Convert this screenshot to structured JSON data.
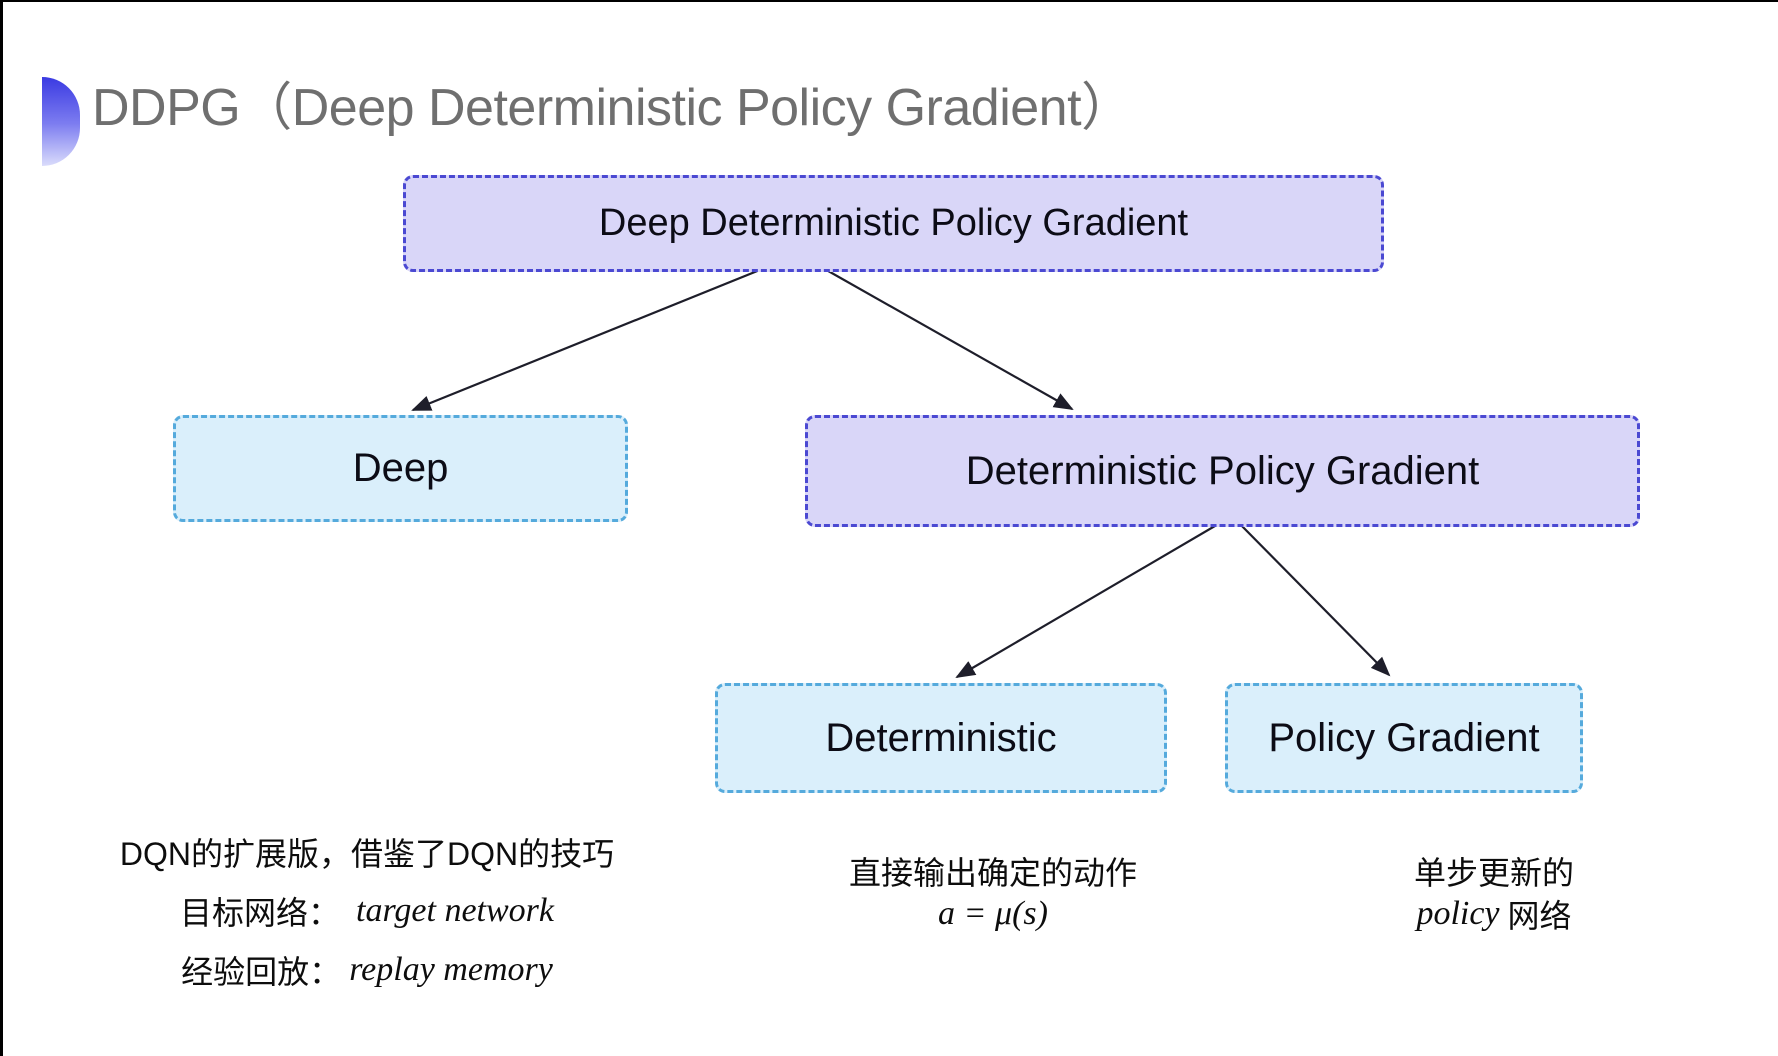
{
  "slide": {
    "title": "DDPG（Deep Deterministic Policy Gradient）"
  },
  "tree": {
    "root": {
      "label": "Deep Deterministic Policy Gradient",
      "fill": "#d9d6f8",
      "border": "#4b49d2"
    },
    "children": [
      {
        "label": "Deep",
        "fill": "#daeffb",
        "border": "#55aadc"
      },
      {
        "label": "Deterministic Policy Gradient",
        "fill": "#d9d6f8",
        "border": "#4b49d2"
      }
    ],
    "grandchildren": [
      {
        "label": "Deterministic",
        "fill": "#daeffb",
        "border": "#55aadc"
      },
      {
        "label": "Policy Gradient",
        "fill": "#daeffb",
        "border": "#55aadc"
      }
    ]
  },
  "notes": {
    "left": {
      "line1": "DQN的扩展版，借鉴了DQN的技巧",
      "line2_label": "目标网络：",
      "line2_term": "target network",
      "line3_label": "经验回放：",
      "line3_term": "replay memory"
    },
    "middle": {
      "line1": "直接输出确定的动作",
      "formula": "a = μ(s)"
    },
    "right": {
      "line1": "单步更新的",
      "term": "policy",
      "suffix": "网络"
    }
  },
  "colors": {
    "title_gray": "#6f6f6f",
    "purple_fill": "#d9d6f8",
    "purple_border": "#4b49d2",
    "cyan_fill": "#daeffb",
    "cyan_border": "#55aadc",
    "arrow": "#1e1e2a",
    "bullet_gradient_top": "#3a3ae2",
    "bullet_gradient_bottom": "#dadcfb"
  }
}
